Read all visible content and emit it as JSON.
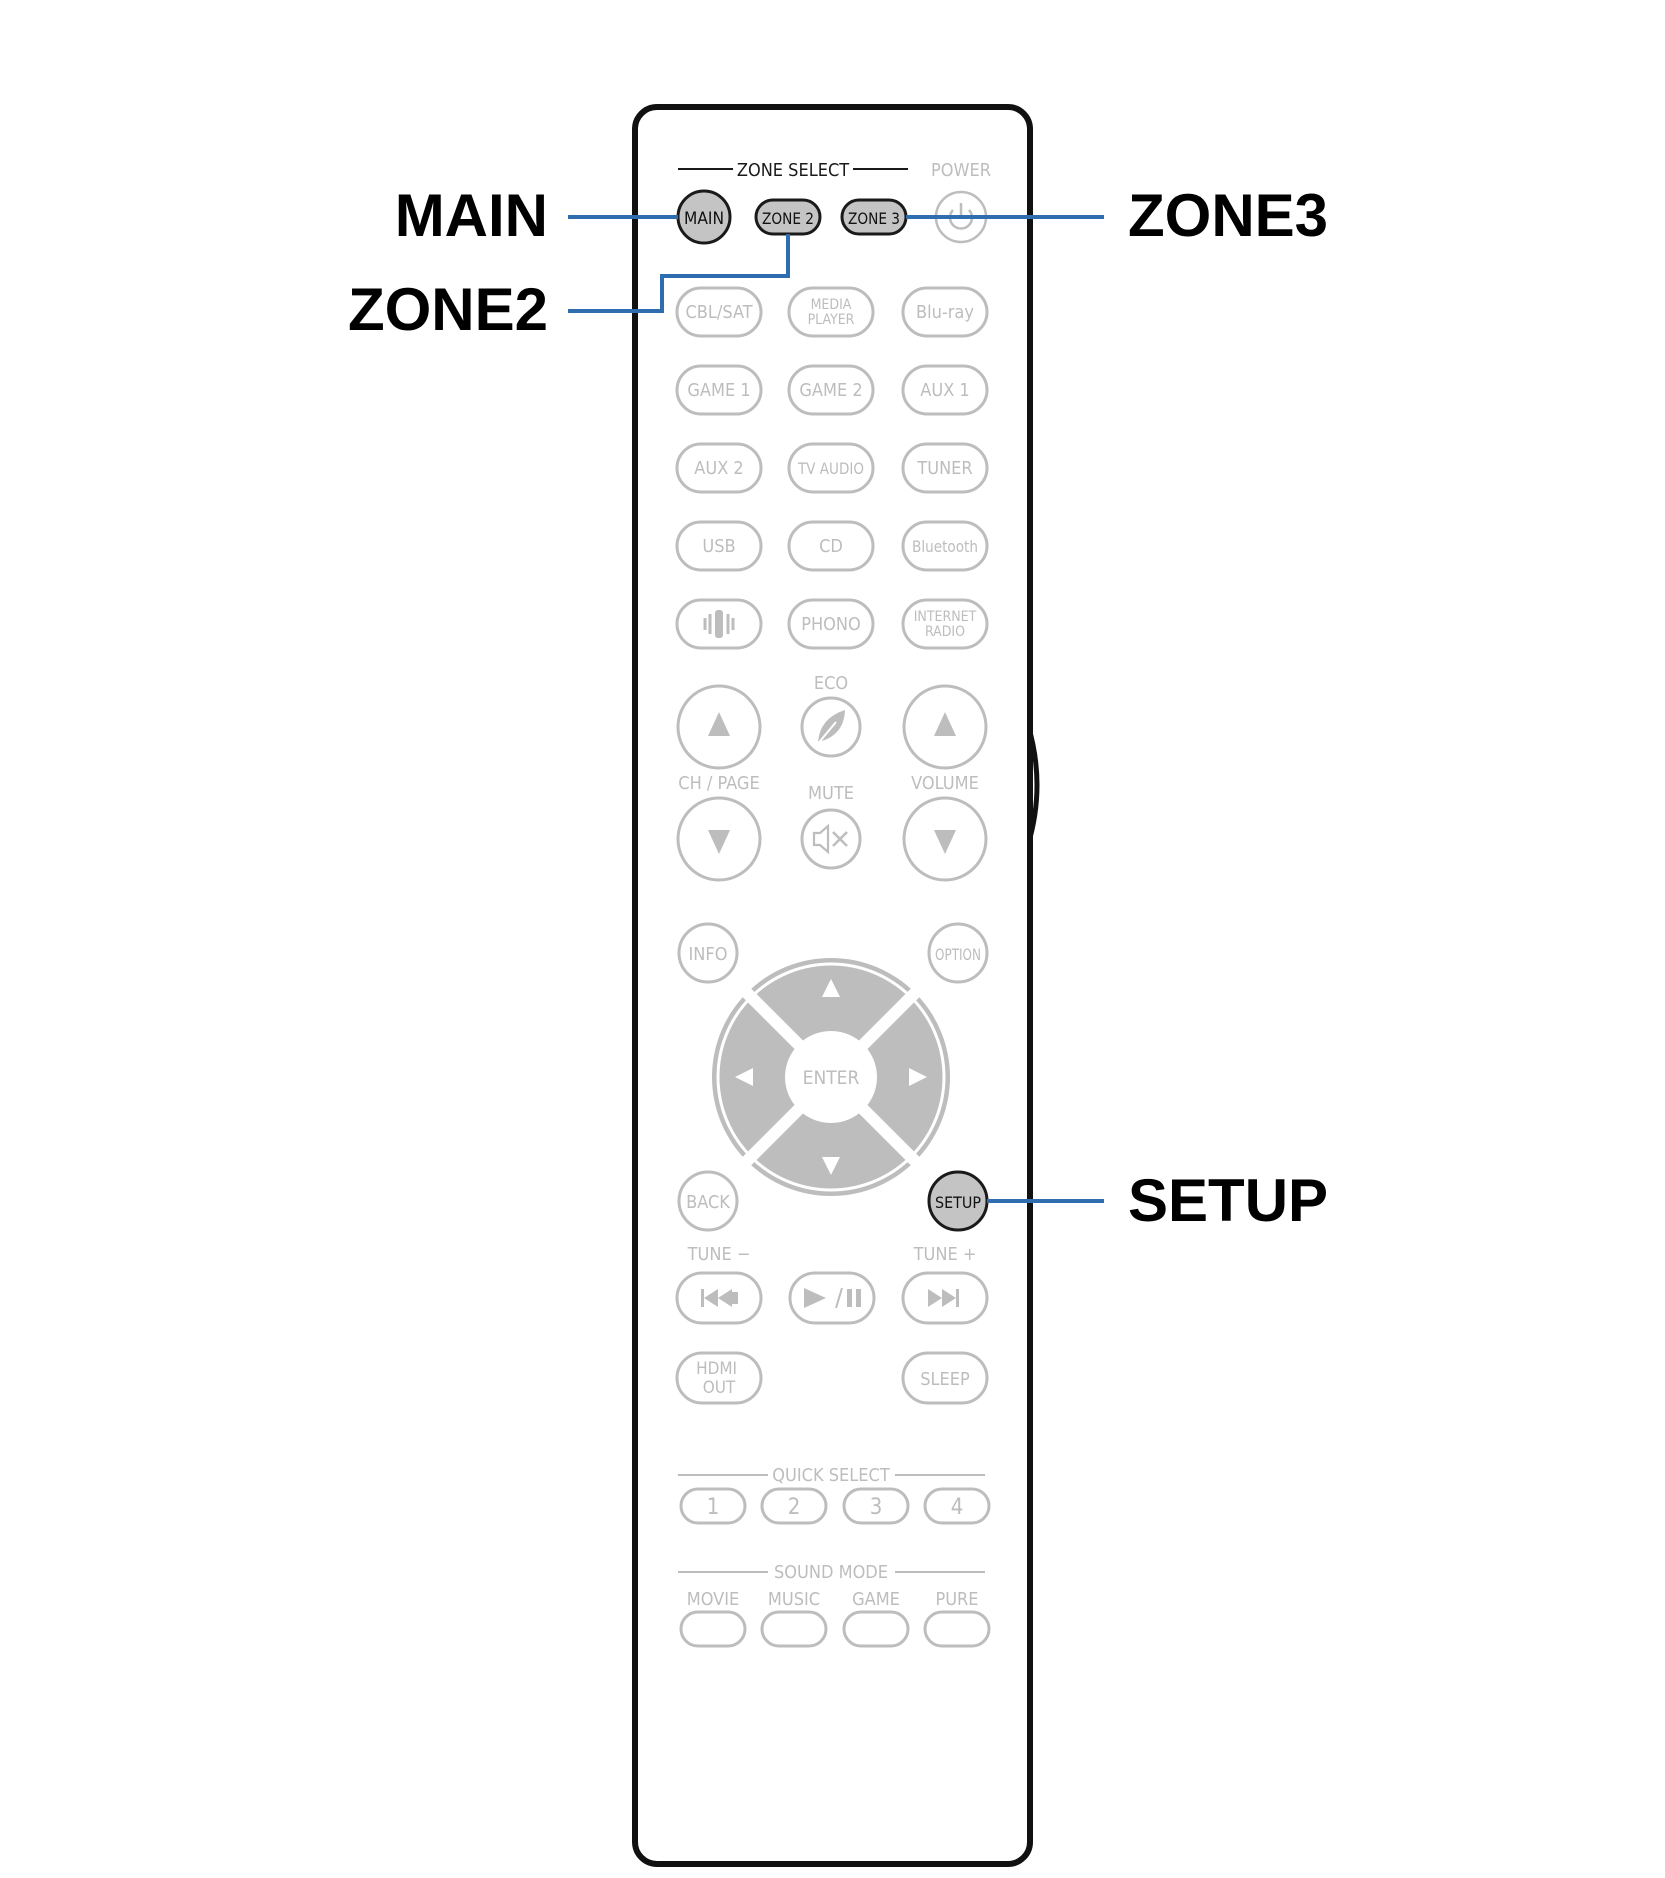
{
  "colors": {
    "inactive": "#bdbdbd",
    "active_fill": "#c4c4c4",
    "active_stroke": "#1a1a1a",
    "leader": "#2e6db0",
    "outline": "#111111",
    "callout": "#000000"
  },
  "callouts": {
    "main": "MAIN",
    "zone2": "ZONE2",
    "zone3": "ZONE3",
    "setup": "SETUP"
  },
  "labels": {
    "zone_select": "ZONE SELECT",
    "power": "POWER",
    "eco": "ECO",
    "ch_page": "CH / PAGE",
    "mute": "MUTE",
    "volume": "VOLUME",
    "tune_minus": "TUNE −",
    "tune_plus": "TUNE +",
    "quick_select": "QUICK SELECT",
    "sound_mode": "SOUND MODE"
  },
  "zone_buttons": {
    "main": "MAIN",
    "zone2": "ZONE 2",
    "zone3": "ZONE 3"
  },
  "source_rows": [
    [
      "CBL/SAT",
      "MEDIA\nPLAYER",
      "Blu-ray"
    ],
    [
      "GAME 1",
      "GAME 2",
      "AUX 1"
    ],
    [
      "AUX 2",
      "TV AUDIO",
      "TUNER"
    ],
    [
      "USB",
      "CD",
      "Bluetooth"
    ],
    [
      "heos-icon",
      "PHONO",
      "INTERNET\nRADIO"
    ]
  ],
  "buttons": {
    "info": "INFO",
    "option": "OPTION",
    "enter": "ENTER",
    "back": "BACK",
    "setup": "SETUP",
    "hdmi_out": "HDMI\nOUT",
    "sleep": "SLEEP"
  },
  "quick_select": [
    "1",
    "2",
    "3",
    "4"
  ],
  "sound_modes": [
    "MOVIE",
    "MUSIC",
    "GAME",
    "PURE"
  ],
  "icons": {
    "power": "power-icon",
    "eco": "leaf-icon",
    "mute": "mute-speaker-icon",
    "prev": "skip-back-icon",
    "play_pause": "play-pause-icon",
    "next": "skip-forward-icon"
  }
}
